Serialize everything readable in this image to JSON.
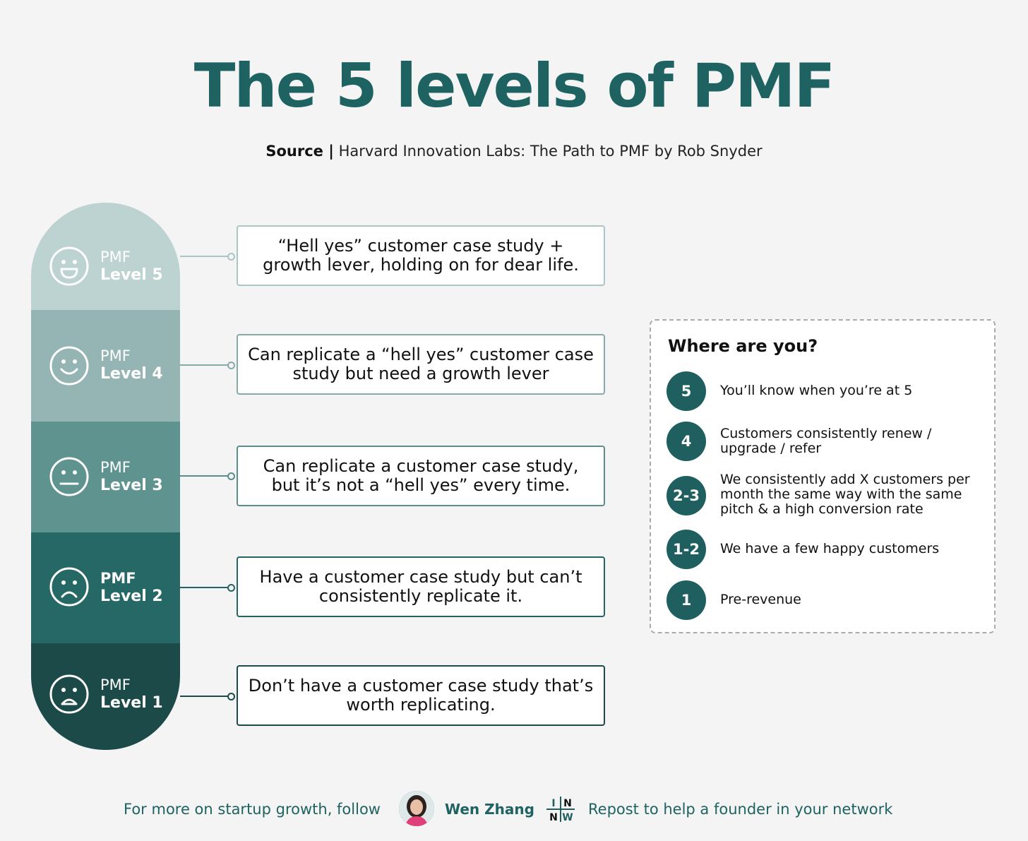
{
  "title": "The 5 levels of PMF",
  "source": {
    "label": "Source |",
    "text": "Harvard Innovation Labs: The Path to PMF by Rob Snyder"
  },
  "levels": [
    {
      "line1": "PMF",
      "line2": "Level 5",
      "description": "“Hell yes” customer case study + growth lever, holding on for dear life.",
      "color": "#bdd3d1",
      "line_color": "#a9c6c4",
      "face": "big-smile"
    },
    {
      "line1": "PMF",
      "line2": "Level 4",
      "description": "Can replicate a “hell yes” customer case study but need a growth lever",
      "color": "#94b5b3",
      "line_color": "#86aaa8",
      "face": "smile"
    },
    {
      "line1": "PMF",
      "line2": "Level 3",
      "description": "Can replicate a customer case study, but it’s not a “hell yes” every time.",
      "color": "#5f9390",
      "line_color": "#5a8d8a",
      "face": "neutral"
    },
    {
      "line1": "PMF",
      "line2": "Level 2",
      "description": "Have a customer case study but can’t consistently replicate it.",
      "color": "#256866",
      "line_color": "#246463",
      "face": "frown"
    },
    {
      "line1": "PMF",
      "line2": "Level 1",
      "description": "Don’t have a customer case study that’s worth replicating.",
      "color": "#1b4a48",
      "line_color": "#1c4b49",
      "face": "sad"
    }
  ],
  "where": {
    "title": "Where are you?",
    "items": [
      {
        "badge": "5",
        "text": "You’ll know when you’re at 5"
      },
      {
        "badge": "4",
        "text": "Customers consistently renew / upgrade / refer"
      },
      {
        "badge": "2-3",
        "text": "We consistently add X customers per month the same way with the same pitch & a high conversion rate"
      },
      {
        "badge": "1-2",
        "text": "We have a few happy customers"
      },
      {
        "badge": "1",
        "text": "Pre-revenue"
      }
    ]
  },
  "footer": {
    "follow": "For more on startup growth, follow",
    "name": "Wen Zhang",
    "repost": "Repost to help a founder in your network",
    "logo_letters": [
      "I",
      "N",
      "N",
      "W"
    ]
  }
}
